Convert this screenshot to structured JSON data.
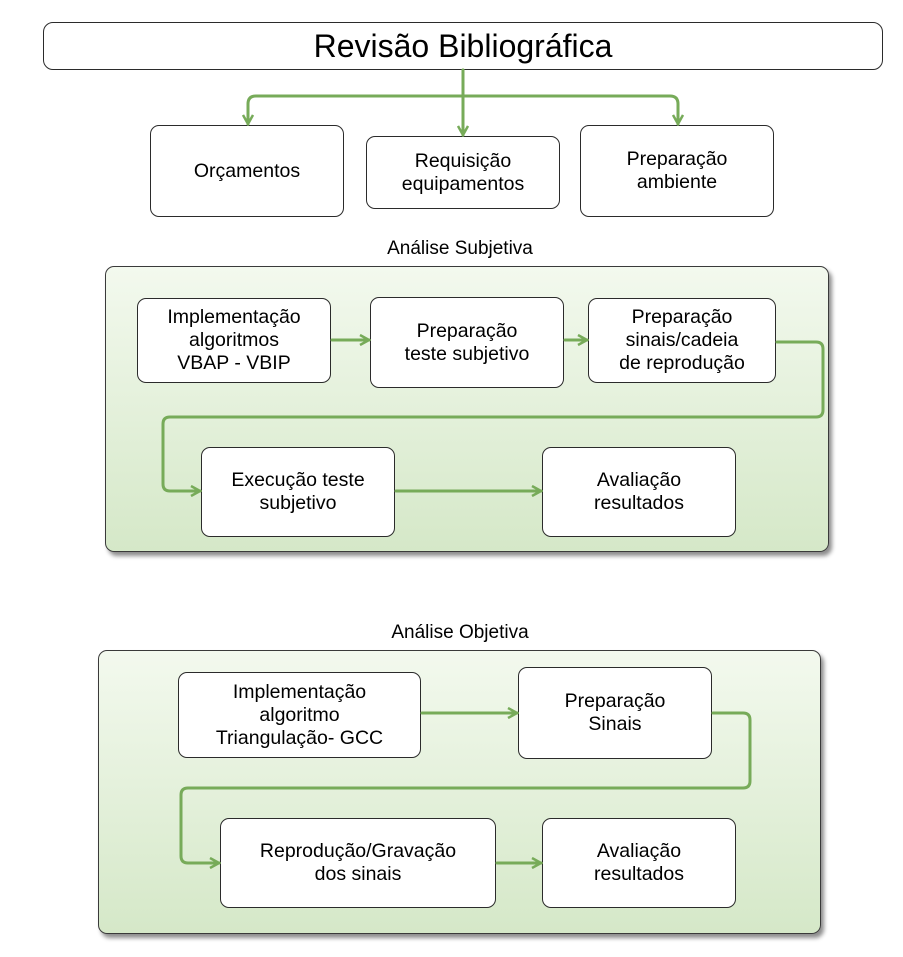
{
  "header": {
    "title": "Revisão Bibliográfica"
  },
  "top_boxes": {
    "orcamentos": "Orçamentos",
    "requisicao": "Requisição\nequipamentos",
    "preparacao_ambiente": "Preparação\nambiente"
  },
  "subjetiva": {
    "label": "Análise Subjetiva",
    "impl": "Implementação\nalgoritmos\nVBAP - VBIP",
    "prep_teste": "Preparação\nteste subjetivo",
    "prep_sinais": "Preparação\nsinais/cadeia\nde reprodução",
    "execucao": "Execução  teste\nsubjetivo",
    "avaliacao": "Avaliação\nresultados"
  },
  "objetiva": {
    "label": "Análise Objetiva",
    "impl": "Implementação\nalgoritmo\nTriangulação- GCC",
    "prep_sinais": "Preparação\nSinais",
    "reproducao": "Reprodução/Gravação\ndos sinais",
    "avaliacao": "Avaliação\nresultados"
  },
  "colors": {
    "arrow": "#77ab59",
    "panel_top": "#f3f9ee",
    "panel_bottom": "#d5e8c8",
    "border": "#2b2b2b"
  }
}
